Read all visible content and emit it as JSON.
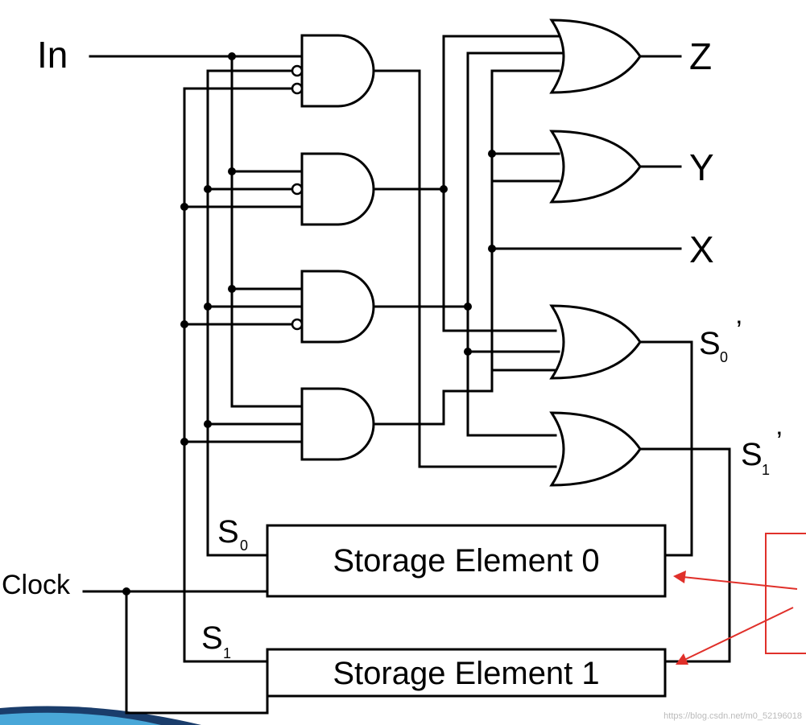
{
  "labels": {
    "input": "In",
    "clock": "Clock",
    "z": "Z",
    "y": "Y",
    "x": "X",
    "s0_prime_base": "S",
    "s0_prime_sub": "0",
    "s0_prime_mark": "’",
    "s1_prime_base": "S",
    "s1_prime_sub": "1",
    "s1_prime_mark": "’",
    "s0_base": "S",
    "s0_sub": "0",
    "s1_base": "S",
    "s1_sub": "1"
  },
  "storage": {
    "element0": "Storage Element 0",
    "element1": "Storage Element 1"
  },
  "watermark": "https://blog.csdn.net/m0_52196018",
  "colors": {
    "wire": "#000000",
    "annotation": "#e0302a",
    "background": "#ffffff"
  }
}
